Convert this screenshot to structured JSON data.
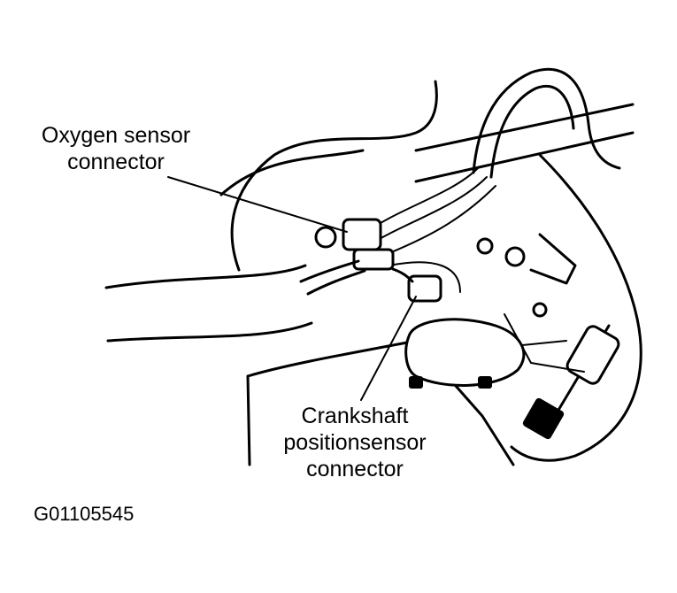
{
  "labels": {
    "oxygen_line1": "Oxygen sensor",
    "oxygen_line2": "connector",
    "crank_line1": "Crankshaft",
    "crank_line2": "positionsensor",
    "crank_line3": "connector"
  },
  "figure_id": "G01105545",
  "colors": {
    "ink": "#000000",
    "paper": "#ffffff"
  }
}
